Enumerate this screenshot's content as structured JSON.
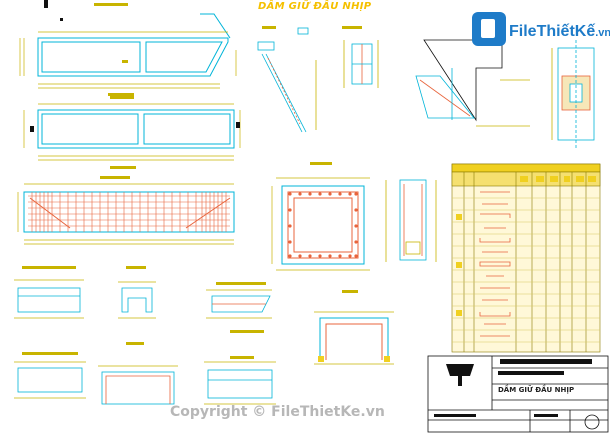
{
  "drawing": {
    "title": "DẦM GIỮ ĐẦU NHỊP"
  },
  "watermark": {
    "logo_file": "File",
    "logo_brand": "ThiếtKế",
    "logo_tld": ".vn",
    "copyright": "Copyright © FileThietKe.vn"
  },
  "title_block": {
    "drawing_name": "DẦM GIỮ ĐẦU NHỊP"
  },
  "colors": {
    "background": "#ffffff",
    "outline": "#00b4d8",
    "dimension": "#c8b400",
    "rebar": "#e8643c",
    "title": "#f5c000",
    "table_fill": "#f0d020",
    "table_line": "#8a7a00",
    "black": "#111111",
    "logo": "#1e7bc8",
    "watermark": "#b7b7b7"
  }
}
